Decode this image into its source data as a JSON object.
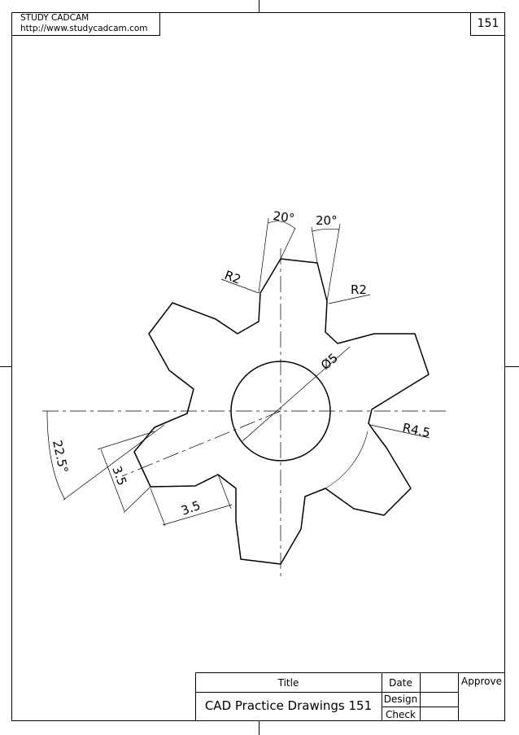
{
  "header": {
    "company": "STUDY CADCAM",
    "url": "http://www.studycadcam.com",
    "drawing_number": "151"
  },
  "dimensions": {
    "angle_left": "20°",
    "angle_right": "20°",
    "radius_left": "R2",
    "radius_right": "R2",
    "diameter": "Ø5",
    "radius_outer": "R4.5",
    "angle_side": "22.5°",
    "length_a": "3.5",
    "length_b": "3.5"
  },
  "title_block": {
    "title_label": "Title",
    "title": "CAD Practice Drawings 151",
    "date_label": "Date",
    "design_label": "Design",
    "check_label": "Check",
    "approve_label": "Approve"
  }
}
